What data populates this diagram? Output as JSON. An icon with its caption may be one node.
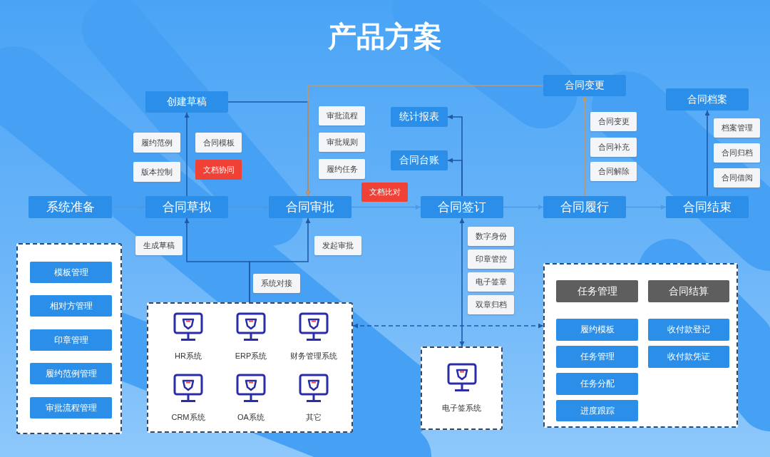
{
  "diagram": {
    "title": "产品方案",
    "nodes": [
      {
        "text": [
          "系统准备"
        ]
      },
      {
        "text": [
          "合同草拟"
        ]
      },
      {
        "text": [
          "合同审批"
        ]
      },
      {
        "text": [
          "合同签订"
        ]
      },
      {
        "text": [
          "合同履行"
        ]
      },
      {
        "text": [
          "合同结束"
        ]
      },
      {
        "text": [
          "创建草稿"
        ]
      },
      {
        "text": [
          "合同变更"
        ]
      },
      {
        "text": [
          "统计报表"
        ]
      },
      {
        "text": [
          "合同台账"
        ]
      },
      {
        "text": [
          "合同档案"
        ]
      },
      {
        "text": [
          "履约范例"
        ]
      },
      {
        "text": [
          "合同模板"
        ]
      },
      {
        "text": [
          "版本控制"
        ]
      },
      {
        "text": [
          "文档协同"
        ]
      },
      {
        "text": [
          "审批流程"
        ]
      },
      {
        "text": [
          "审批规则"
        ]
      },
      {
        "text": [
          "履约任务"
        ]
      },
      {
        "text": [
          "文档比对"
        ]
      },
      {
        "text": [
          "合同变更"
        ]
      },
      {
        "text": [
          "合同补充"
        ]
      },
      {
        "text": [
          "合同解除"
        ]
      },
      {
        "text": [
          "档案管理"
        ]
      },
      {
        "text": [
          "合同归档"
        ]
      },
      {
        "text": [
          "合同借阅"
        ]
      },
      {
        "text": [
          "生成草稿"
        ]
      },
      {
        "text": [
          "发起审批"
        ]
      },
      {
        "text": [
          "系统对接"
        ]
      },
      {
        "text": [
          "数字身份"
        ]
      },
      {
        "text": [
          "印章管控"
        ]
      },
      {
        "text": [
          "电子签章"
        ]
      },
      {
        "text": [
          "双章归档"
        ]
      },
      {
        "text": [],
        "shape": "box"
      },
      {
        "text": [
          "模板管理"
        ],
        "in": 32
      },
      {
        "text": [
          "相对方管理"
        ],
        "in": 32
      },
      {
        "text": [
          "印章管理"
        ],
        "in": 32
      },
      {
        "text": [
          "履约范例管理"
        ],
        "in": 32
      },
      {
        "text": [
          "审批流程管理"
        ],
        "in": 32
      },
      {
        "text": [],
        "shape": "box"
      },
      {
        "text": [
          "HR系统"
        ],
        "in": 38
      },
      {
        "text": [
          "ERP系统"
        ],
        "in": 38
      },
      {
        "text": [
          "财务管理系统"
        ],
        "in": 38
      },
      {
        "text": [
          "CRM系统"
        ],
        "in": 38
      },
      {
        "text": [
          "OA系统"
        ],
        "in": 38
      },
      {
        "text": [
          "其它"
        ],
        "in": 38
      },
      {
        "text": [
          "电子签系统"
        ]
      },
      {
        "text": [],
        "shape": "box"
      },
      {
        "text": [
          "任务管理"
        ],
        "in": 46
      },
      {
        "text": [
          "合同结算"
        ],
        "in": 46
      },
      {
        "text": [
          "履约模板"
        ],
        "in": 46
      },
      {
        "text": [
          "收付款登记"
        ],
        "in": 46
      },
      {
        "text": [
          "任务管理"
        ],
        "in": 46
      },
      {
        "text": [
          "收付款凭证"
        ],
        "in": 46
      },
      {
        "text": [
          "任务分配"
        ],
        "in": 46
      },
      {
        "text": [
          "进度跟踪"
        ],
        "in": 46
      }
    ],
    "edges": [
      {
        "from": 0,
        "to": 1,
        "arrow": "to",
        "color": "#4a9be6"
      },
      {
        "from": 1,
        "to": 2,
        "arrow": "to",
        "color": "#4a9be6"
      },
      {
        "from": 2,
        "to": 3,
        "arrow": "to",
        "color": "#4a9be6"
      },
      {
        "from": 3,
        "to": 4,
        "arrow": "to",
        "color": "#4a9be6"
      },
      {
        "from": 4,
        "to": 5,
        "arrow": "to",
        "color": "#4a9be6"
      },
      {
        "from": 1,
        "to": 6,
        "arrow": "to"
      },
      {
        "from": 6,
        "to": 2,
        "arrow": "to"
      },
      {
        "from": 4,
        "to": 7,
        "arrow": "to",
        "color": "#c9955e"
      },
      {
        "from": 7,
        "to": 2,
        "arrow": "to",
        "color": "#c9955e"
      },
      {
        "from": 3,
        "to": 8,
        "arrow": "to"
      },
      {
        "from": 3,
        "to": 9,
        "arrow": "to"
      },
      {
        "from": 5,
        "to": 10,
        "arrow": "to"
      },
      {
        "from": 38,
        "to": 1,
        "arrow": "to"
      },
      {
        "from": 38,
        "to": 2,
        "arrow": "to"
      },
      {
        "from": 3,
        "to": 45,
        "arrow": "both"
      },
      {
        "from": 38,
        "to": 46,
        "arrow": "both",
        "style": "dashed"
      }
    ]
  }
}
